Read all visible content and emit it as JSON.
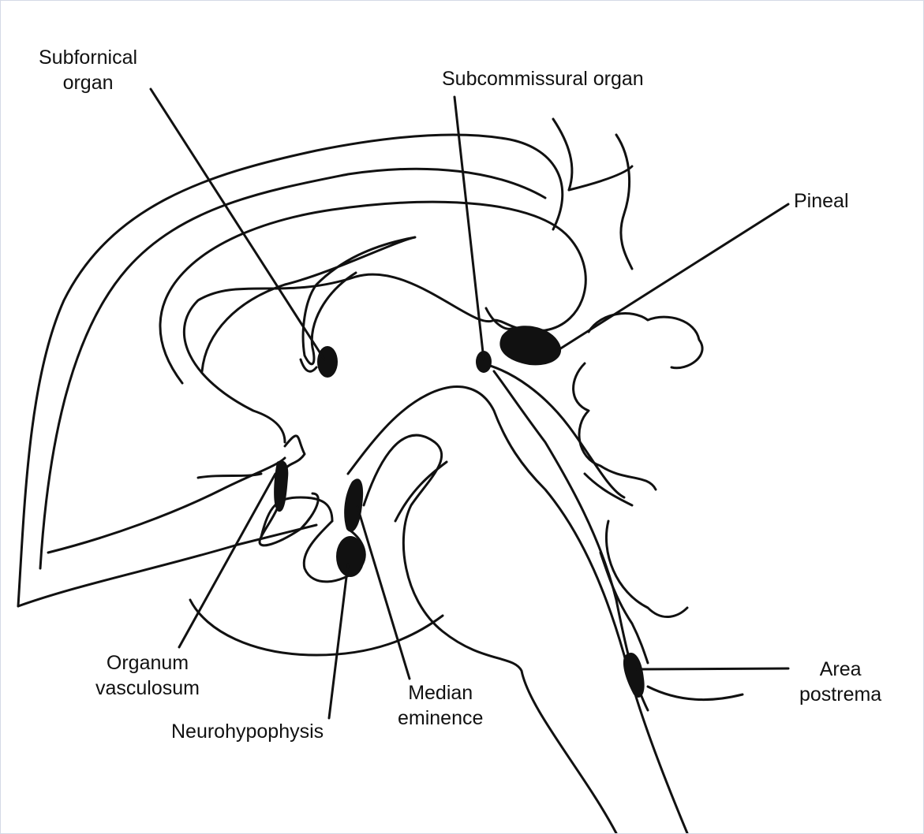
{
  "labels": {
    "subfornical": [
      "Subfornical",
      "organ"
    ],
    "subcommissural": "Subcommissural organ",
    "pineal": "Pineal",
    "organum": [
      "Organum",
      "vasculosum"
    ],
    "median": [
      "Median",
      "eminence"
    ],
    "neurohypophysis": "Neurohypophysis",
    "area_postrema": [
      "Area",
      "postrema"
    ]
  },
  "colors": {
    "ink": "#111111",
    "page": "#ffffff",
    "frame": "#d4d9e6"
  }
}
